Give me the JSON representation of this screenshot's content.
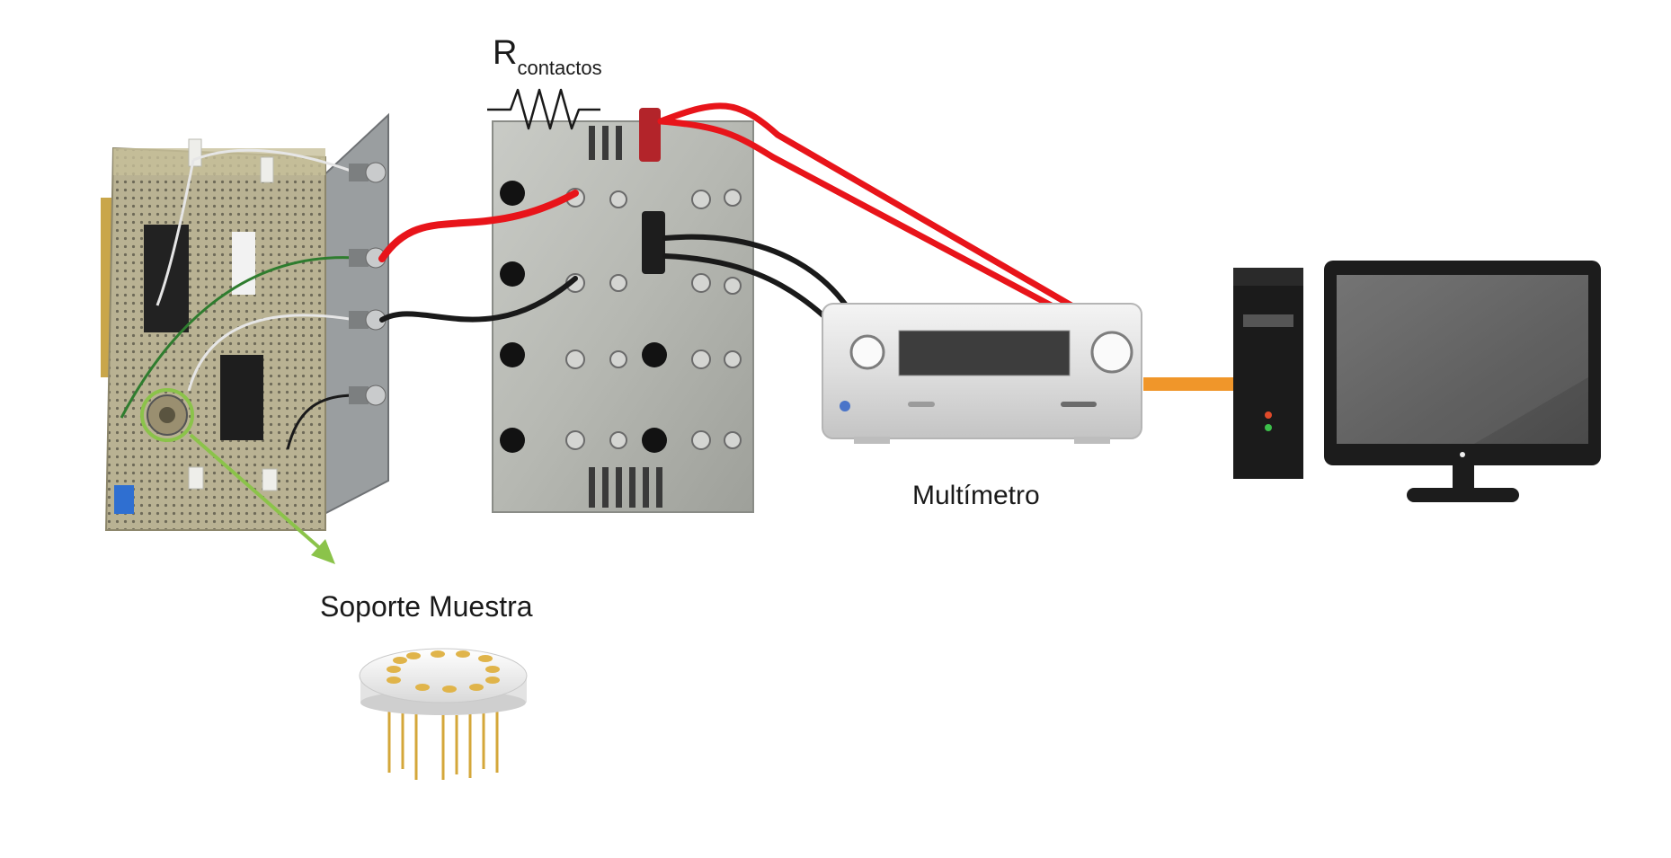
{
  "labels": {
    "resistor_main": "R",
    "resistor_sub": "contactos",
    "multimeter": "Multímetro",
    "sample_holder": "Soporte Muestra"
  },
  "colors": {
    "wire_red": "#e8141a",
    "wire_black": "#1a1a1a",
    "wire_white": "#e6e6e6",
    "wire_green": "#2f7d2f",
    "highlight_green": "#8bc34a",
    "usb_cable": "#f0962a",
    "pcb": "#c7bf9a",
    "gold_pin": "#d4a73a",
    "multimeter_body": "#e3e3e3",
    "monitor_body": "#1c1c1c"
  },
  "icons": {
    "resistor": "resistor-symbol",
    "pcb_board": "pcb-board-photo",
    "connection_box": "terminal-box-photo",
    "multimeter": "multimeter-device",
    "pc_tower": "pc-tower-icon",
    "monitor": "monitor-icon",
    "sample_holder": "to-header-socket"
  }
}
